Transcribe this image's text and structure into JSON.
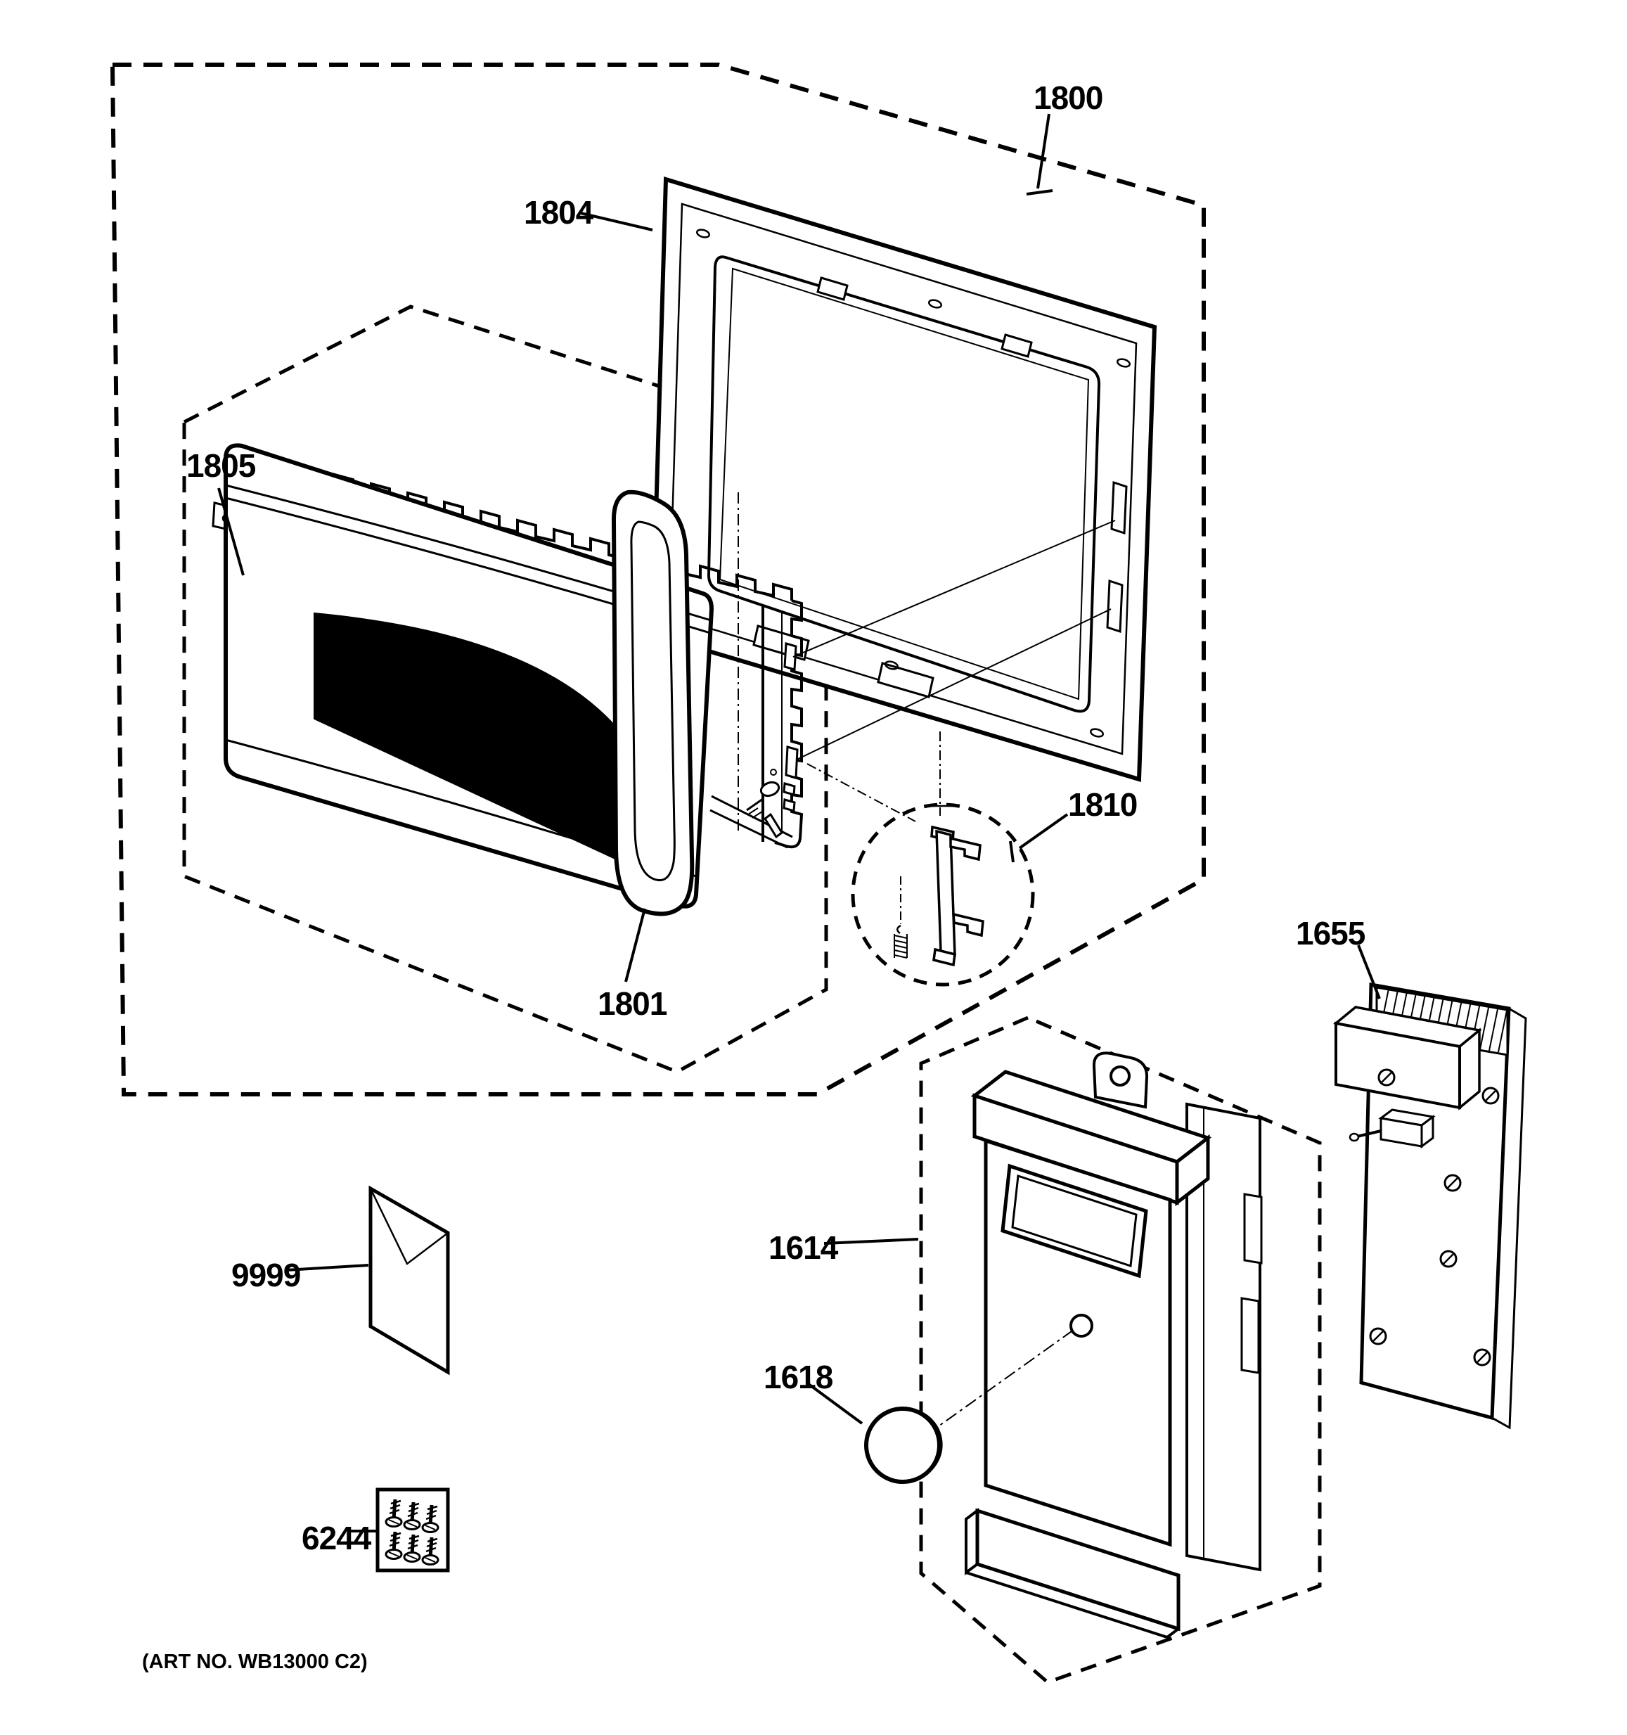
{
  "diagram": {
    "type": "exploded-parts-diagram",
    "subject": "microwave-door-and-control-panel",
    "background_color": "#ffffff",
    "line_color": "#000000",
    "lens_fill": "#000000",
    "art_number": "(ART NO. WB13000 C2)",
    "callouts": [
      {
        "key": "c1800",
        "label": "1800",
        "part": "door-assembly-boundary"
      },
      {
        "key": "c1804",
        "label": "1804",
        "part": "outer-door-frame"
      },
      {
        "key": "c1805",
        "label": "1805",
        "part": "door-sub-assembly-boundary"
      },
      {
        "key": "c1801",
        "label": "1801",
        "part": "door-panel-with-handle"
      },
      {
        "key": "c1810",
        "label": "1810",
        "part": "door-latch-detail"
      },
      {
        "key": "c1655",
        "label": "1655",
        "part": "smart-board"
      },
      {
        "key": "c1614",
        "label": "1614",
        "part": "control-panel-boundary"
      },
      {
        "key": "c1618",
        "label": "1618",
        "part": "knob"
      },
      {
        "key": "c9999",
        "label": "9999",
        "part": "literature-envelope"
      },
      {
        "key": "c6244",
        "label": "6244",
        "part": "screw-kit"
      }
    ]
  }
}
